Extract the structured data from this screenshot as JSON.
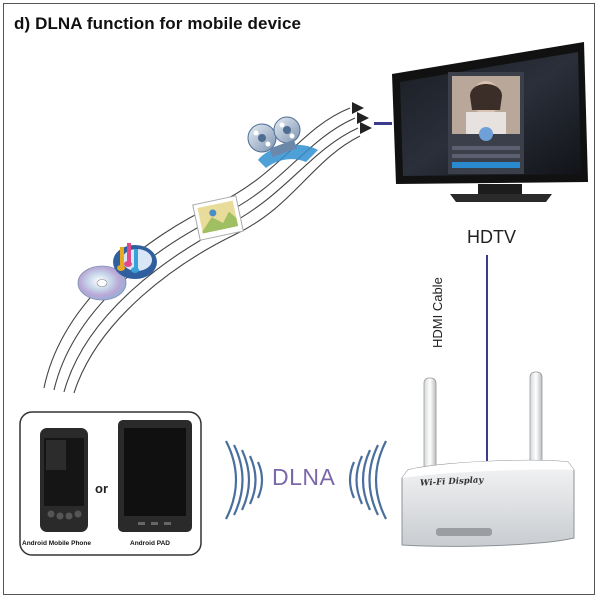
{
  "title": "d) DLNA function for mobile device",
  "hdtv_label": "HDTV",
  "cable_label": "HDMI Cable",
  "protocol_label": "DLNA",
  "devices": {
    "or_label": "or",
    "phone_caption": "Android Mobile Phone",
    "pad_caption": "Android PAD"
  },
  "receiver_label": "Wi-Fi Display",
  "colors": {
    "cable": "#3b3a8c",
    "dlna_text": "#7a68a8",
    "wave": "#4a6f9e",
    "tv_bezel": "#222222"
  },
  "icons": [
    "cd-icon",
    "music-notes-icon",
    "photo-icon",
    "film-reel-icon",
    "wifi-waves-icon",
    "tv-icon",
    "router-icon",
    "phone-icon",
    "tablet-icon"
  ]
}
